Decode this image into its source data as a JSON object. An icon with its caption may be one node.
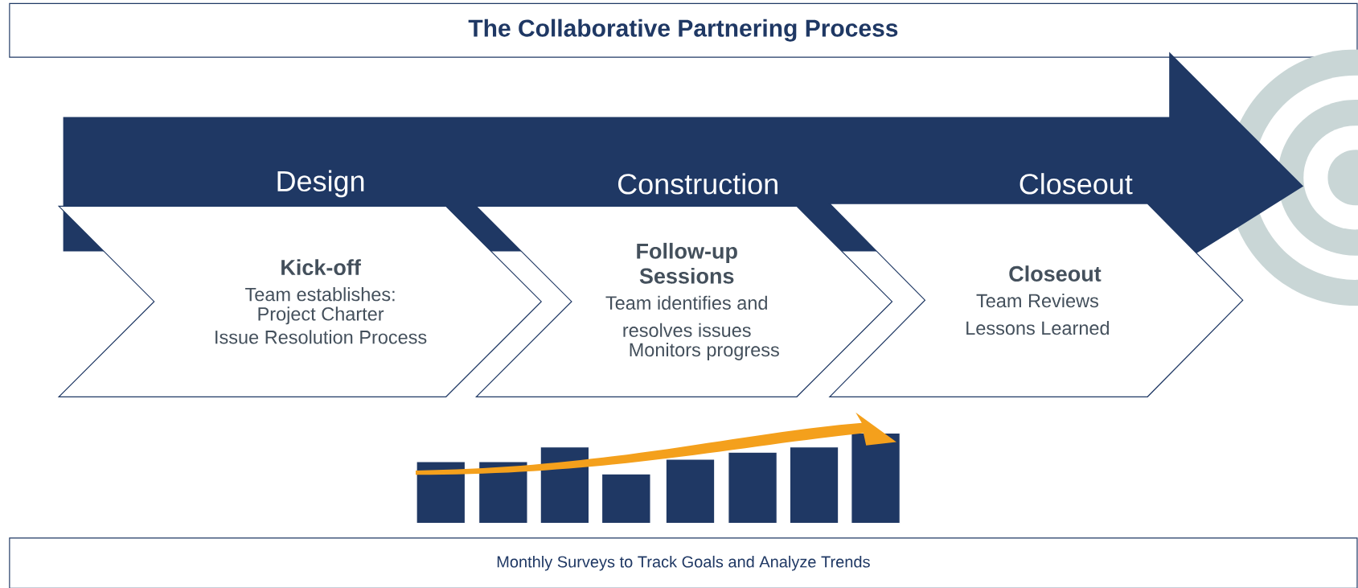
{
  "diagram": {
    "title": "The Collaborative Partnering Process",
    "nodes": [
      {
        "text": [
          "Design",
          "Construction",
          "Closeout"
        ]
      },
      {
        "text": [
          "Kick-off",
          "Team establishes:",
          "Project Charter",
          "Issue Resolution Process"
        ]
      },
      {
        "text": [
          "Follow-up Sessions",
          "Team identifies and resolves issues",
          "Monitors progress"
        ]
      },
      {
        "text": [
          "Closeout",
          "Team Reviews Lessons Learned"
        ]
      },
      {
        "text": [
          "Monthly Surveys to Track Goals and Analyze Trends"
        ]
      }
    ]
  }
}
